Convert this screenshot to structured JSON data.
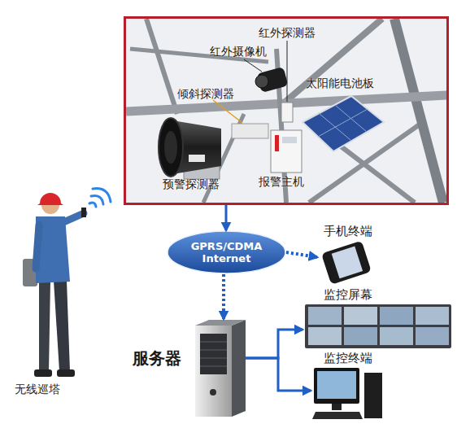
{
  "diagram": {
    "nodes": [
      {
        "text": [
          "红外探测器",
          "红外摄像机",
          "太阳能电池板",
          "倾斜探测器",
          "预警探测器",
          "报警主机"
        ]
      },
      {
        "text": [
          "GPRS/CDMA Internet"
        ]
      },
      {
        "text": [
          "手机终端"
        ]
      },
      {
        "text": [
          "服务器"
        ]
      },
      {
        "text": [
          "监控屏幕"
        ]
      },
      {
        "text": [
          "监控终端"
        ]
      }
    ],
    "edges": [
      {
        "from": 0,
        "to": 1,
        "arrow": "to"
      },
      {
        "from": 1,
        "to": 2,
        "arrow": "to"
      },
      {
        "from": 1,
        "to": 3,
        "arrow": "to"
      },
      {
        "from": 3,
        "to": 4,
        "arrow": "to"
      },
      {
        "from": 3,
        "to": 5,
        "arrow": "to"
      }
    ],
    "labels": [
      "无线巡塔"
    ]
  }
}
